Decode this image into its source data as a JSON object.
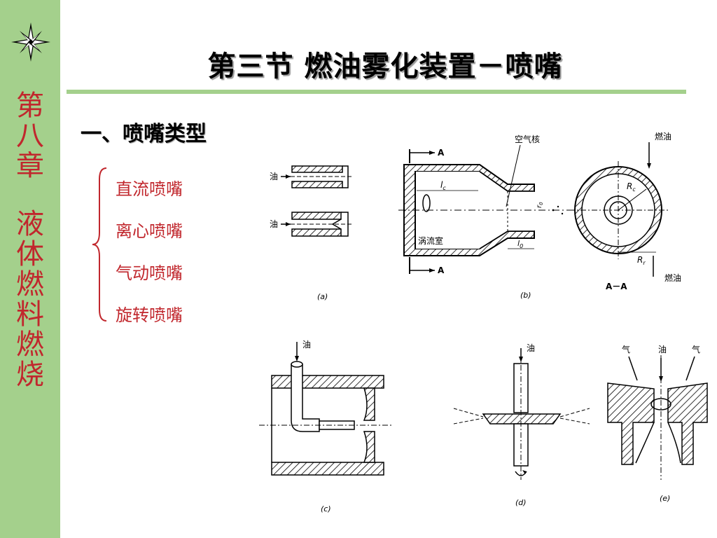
{
  "sidebar": {
    "chapter_num": "第八章",
    "chapter_title": "液体燃料燃烧"
  },
  "header": {
    "title": "第三节 燃油雾化装置－喷嘴"
  },
  "section": {
    "heading": "一、喷嘴类型",
    "types": [
      "直流喷嘴",
      "离心喷嘴",
      "气动喷嘴",
      "旋转喷嘴"
    ]
  },
  "figures": {
    "a": {
      "label_oil": "油",
      "caption": "(a)"
    },
    "b": {
      "air_core": "空气核",
      "fuel_oil": "燃油",
      "swirl_chamber": "涡流室",
      "section_mark": "A",
      "section_label": "A－A",
      "caption": "(b)",
      "lc": "l",
      "lc_sub": "c",
      "l0": "l",
      "l0_sub": "0",
      "Rc": "R",
      "Rc_sub": "c",
      "Rr": "R",
      "Rr_sub": "r",
      "r0": "r",
      "r0_sub": "0"
    },
    "c": {
      "label_oil": "油",
      "caption": "(c)"
    },
    "d": {
      "label_oil": "油",
      "caption": "(d)"
    },
    "e": {
      "label_air": "气",
      "label_oil": "油",
      "caption": "(e)"
    }
  },
  "colors": {
    "sidebar": "#a4d08c",
    "accent_red": "#c1272d"
  }
}
